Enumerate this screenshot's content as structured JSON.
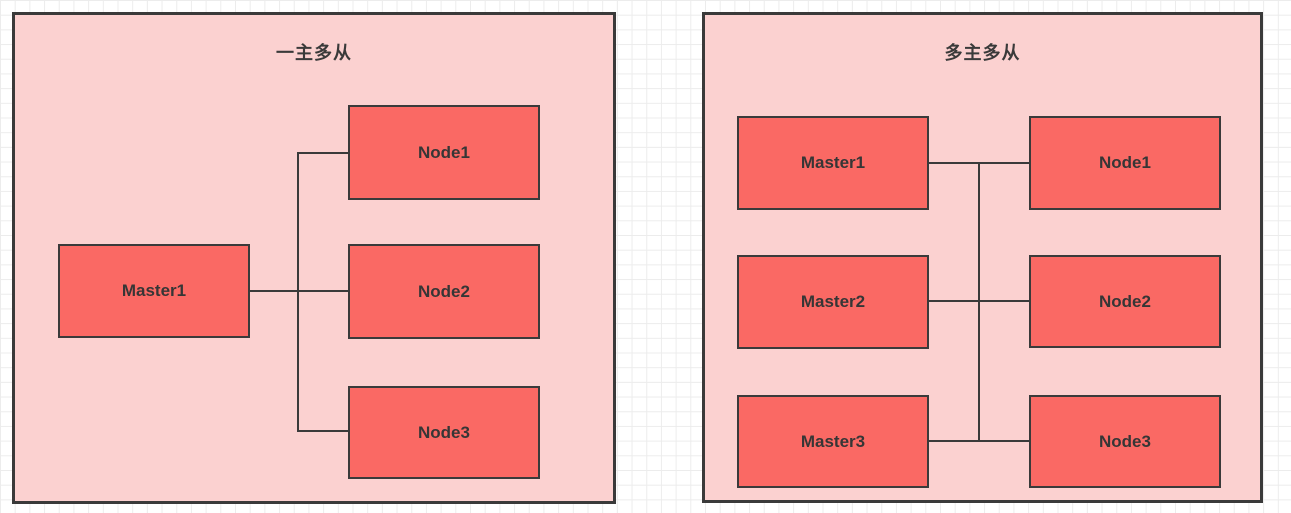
{
  "diagram": {
    "panels": [
      {
        "title": "一主多从",
        "masters": [
          "Master1"
        ],
        "nodes": [
          "Node1",
          "Node2",
          "Node3"
        ]
      },
      {
        "title": "多主多从",
        "masters": [
          "Master1",
          "Master2",
          "Master3"
        ],
        "nodes": [
          "Node1",
          "Node2",
          "Node3"
        ]
      }
    ],
    "colors": {
      "panel_fill": "#fbd1d0",
      "box_fill": "#fa6964",
      "stroke": "#3a3a3a",
      "text": "#363636",
      "grid_line": "#ececec",
      "background": "#ffffff"
    }
  }
}
